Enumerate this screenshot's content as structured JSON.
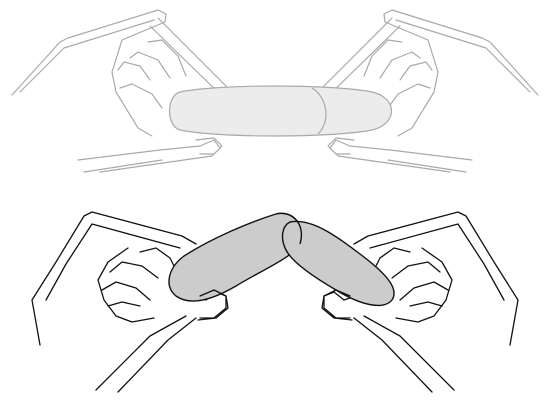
{
  "figure": {
    "panels": [
      {
        "id": "straight",
        "state": "unbent"
      },
      {
        "id": "bent",
        "state": "bent"
      }
    ],
    "colors": {
      "faded_outline": "#a9a9a9",
      "faded_fill": "#ececec",
      "dark_outline": "#111111",
      "dark_fill": "#cccccc",
      "background": "#ffffff"
    }
  }
}
